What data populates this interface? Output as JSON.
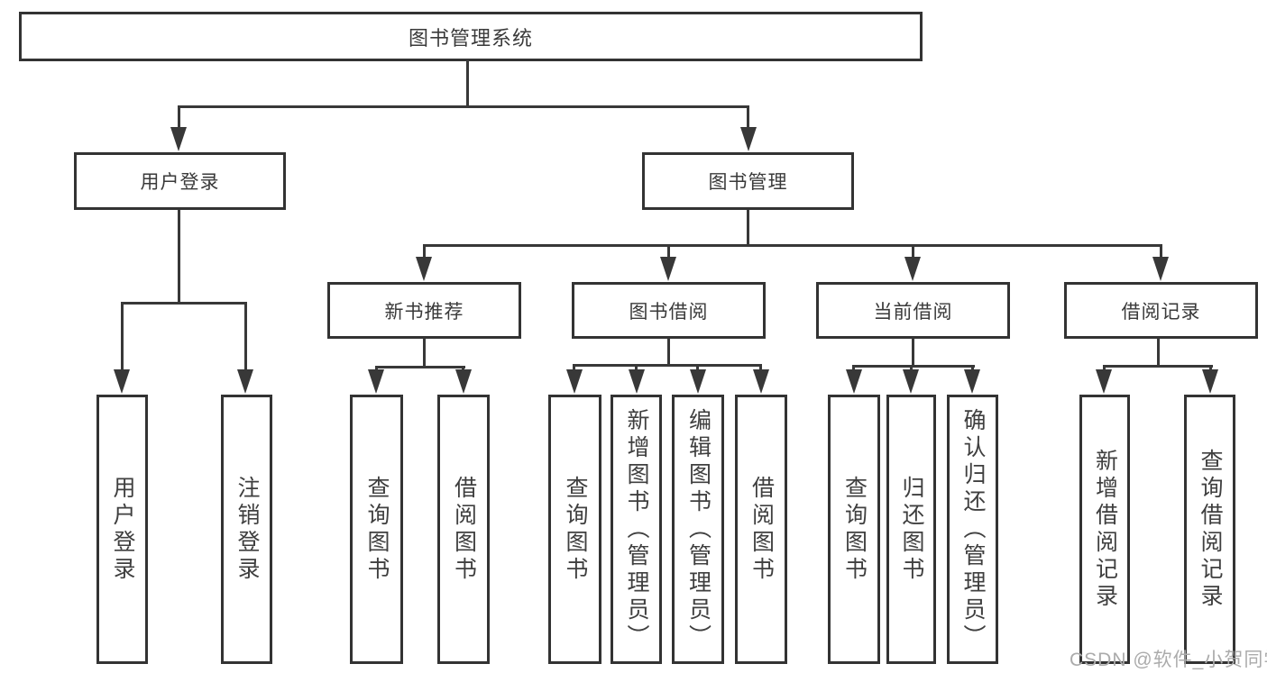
{
  "diagram": {
    "title_node": "图书管理系统",
    "colors": {
      "line": "#383838",
      "border": "#333333",
      "text": "#3a3a3a",
      "watermark": "#ababab",
      "background": "#ffffff"
    },
    "nodes": {
      "root": "图书管理系统",
      "user_login": "用户登录",
      "book_mgmt": "图书管理",
      "new_book_rec": "新书推荐",
      "book_borrow": "图书借阅",
      "current_borrow": "当前借阅",
      "borrow_records": "借阅记录",
      "leaf_user_login": "用户登录",
      "leaf_logout": "注销登录",
      "leaf_query_book_1": "查询图书",
      "leaf_borrow_book_1": "借阅图书",
      "leaf_query_book_2": "查询图书",
      "leaf_add_book": "新增图书（管理员）",
      "leaf_edit_book": "编辑图书（管理员）",
      "leaf_borrow_book_2": "借阅图书",
      "leaf_query_book_3": "查询图书",
      "leaf_return_book": "归还图书",
      "leaf_confirm_return": "确认归还（管理员）",
      "leaf_add_record": "新增借阅记录",
      "leaf_query_record": "查询借阅记录"
    },
    "watermark": "CSDN @软件_小贺同学"
  }
}
